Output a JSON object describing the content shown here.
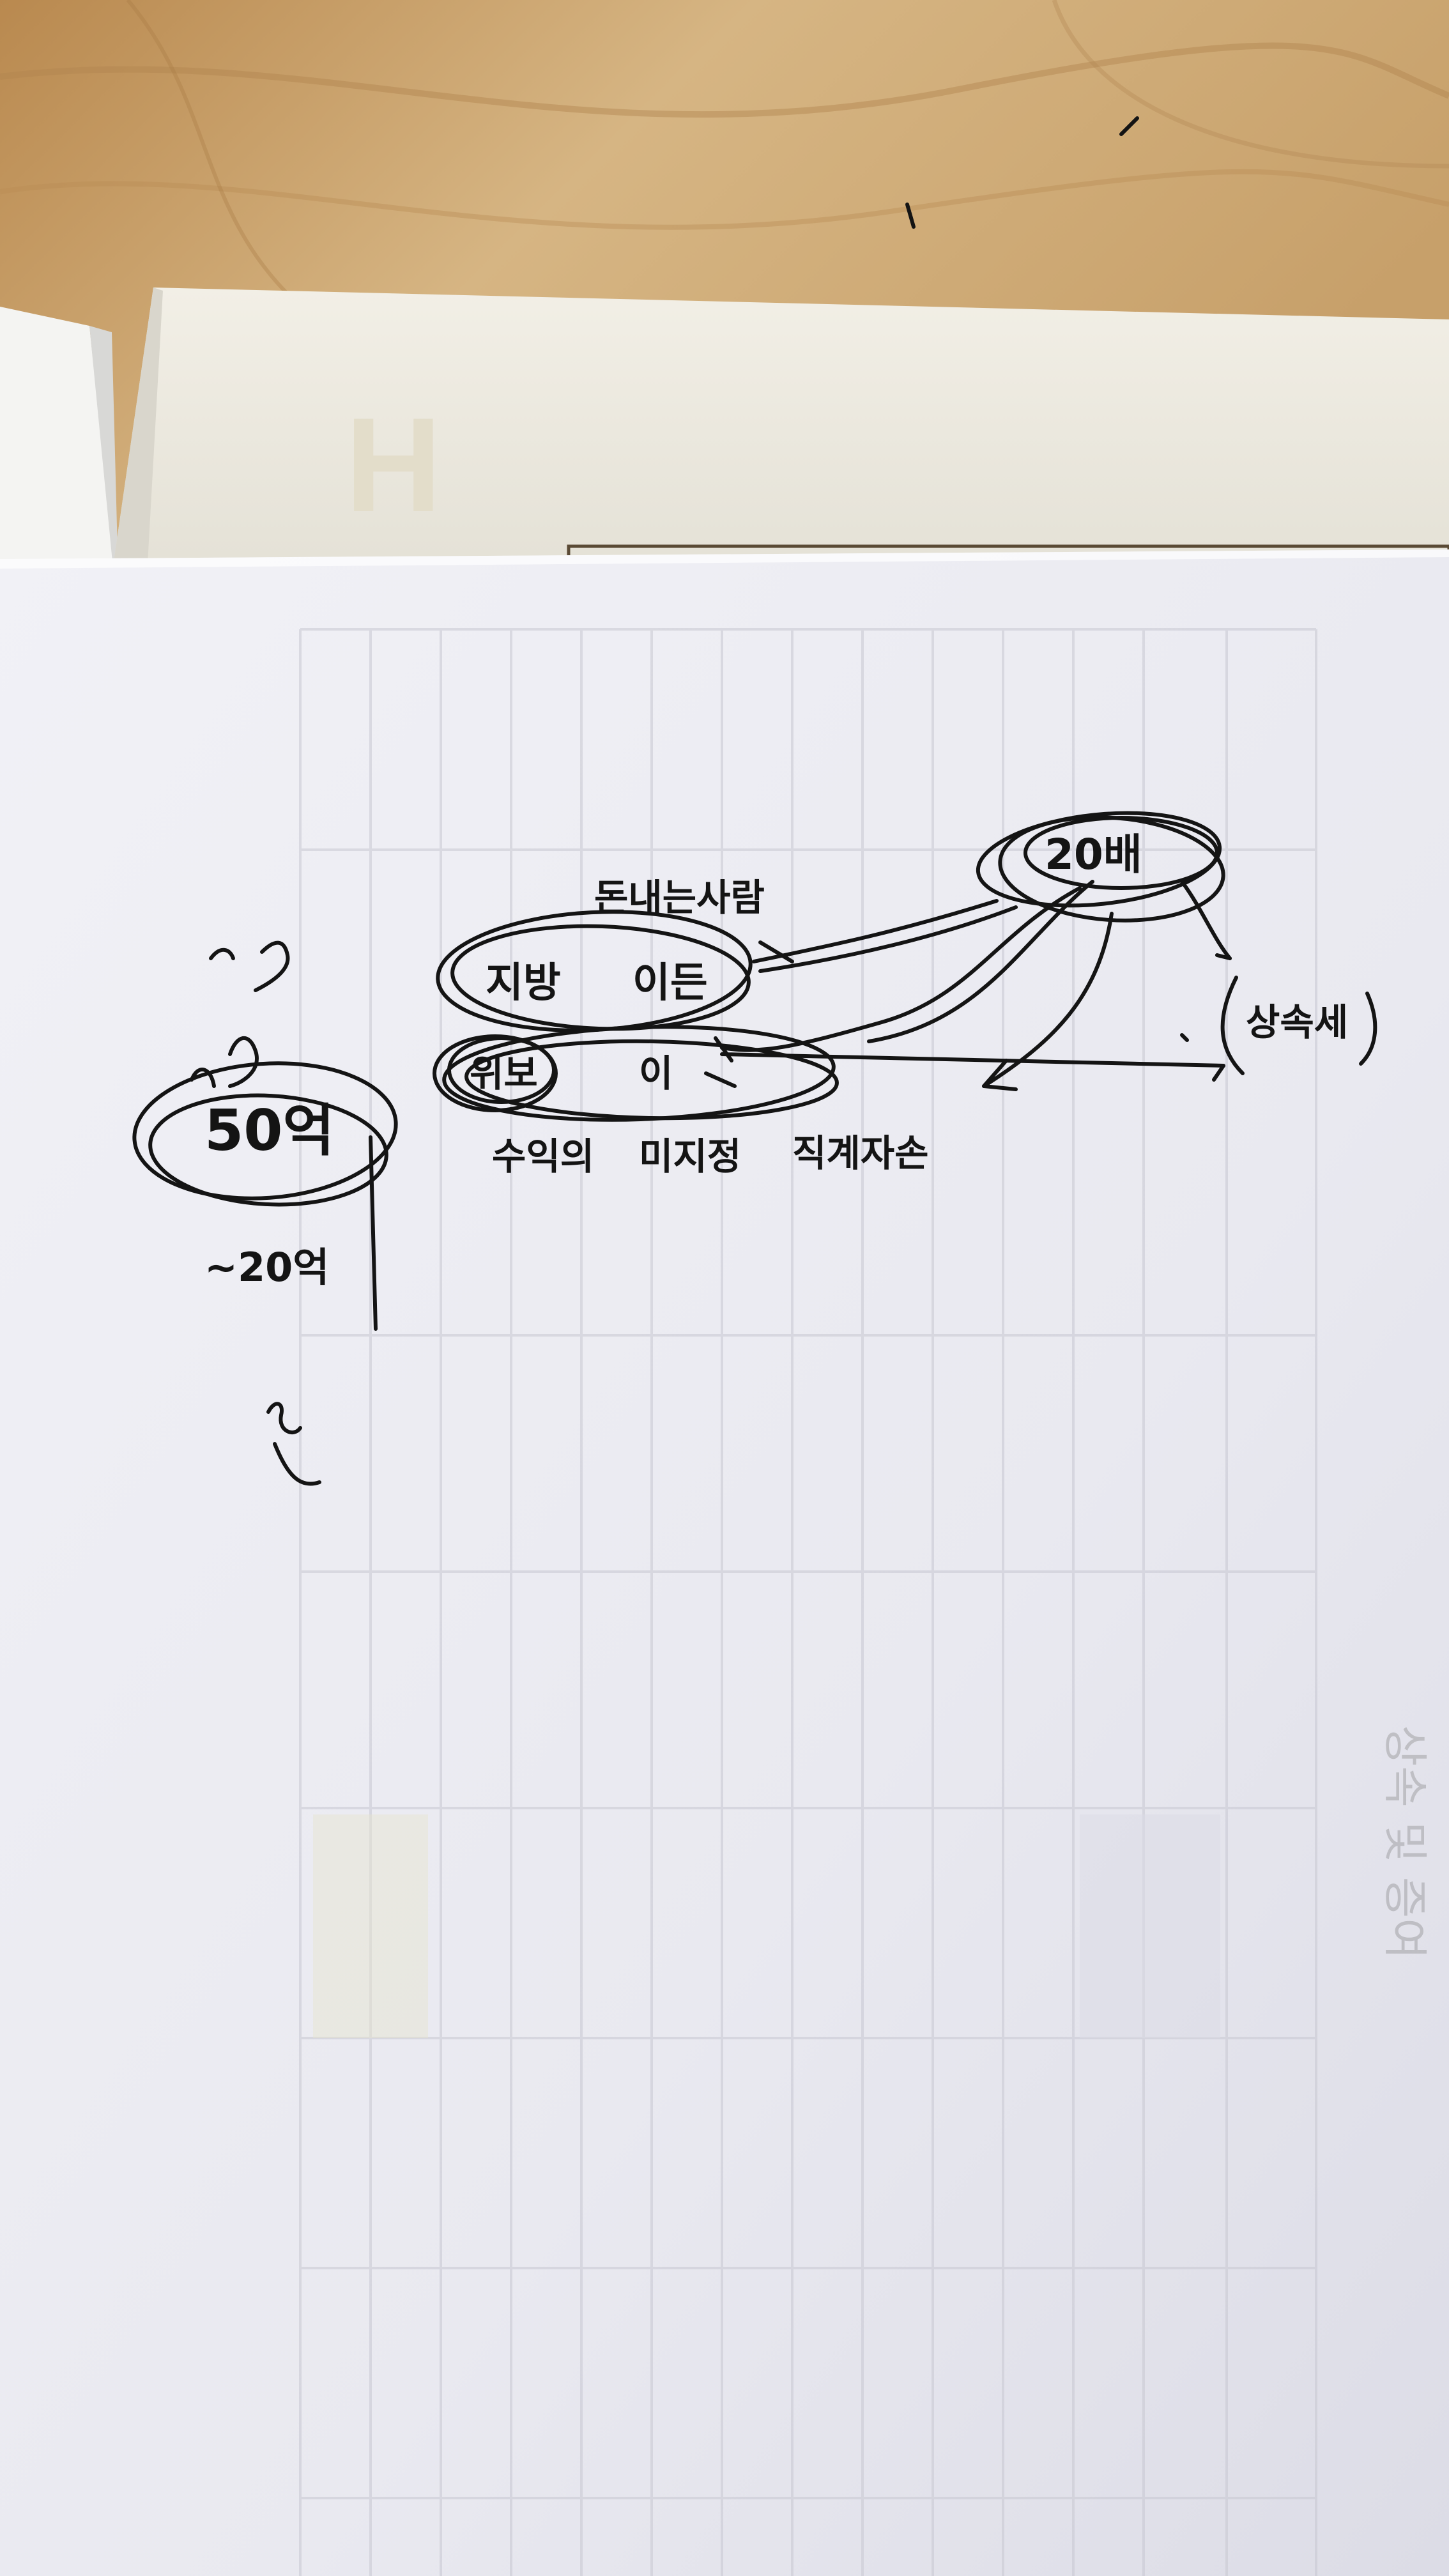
{
  "handwriting": {
    "top_label": "돈내는사람",
    "row1_left": "지방",
    "row1_right": "이든",
    "row2_left": "위보",
    "row2_right": "이",
    "bottom_line_1": "수익의",
    "bottom_line_2": "미지정",
    "bottom_line_3": "직계자손",
    "amount_top_right": "20배",
    "side_note": "상속세",
    "amount_left": "50억",
    "amount_left_sub": "~20억"
  },
  "background_document": {
    "header_letter": "H",
    "faint_title": "상속 및 증여"
  },
  "colors": {
    "wood": "#c9a574",
    "paper": "#eeeef3",
    "ink": "#141414"
  }
}
